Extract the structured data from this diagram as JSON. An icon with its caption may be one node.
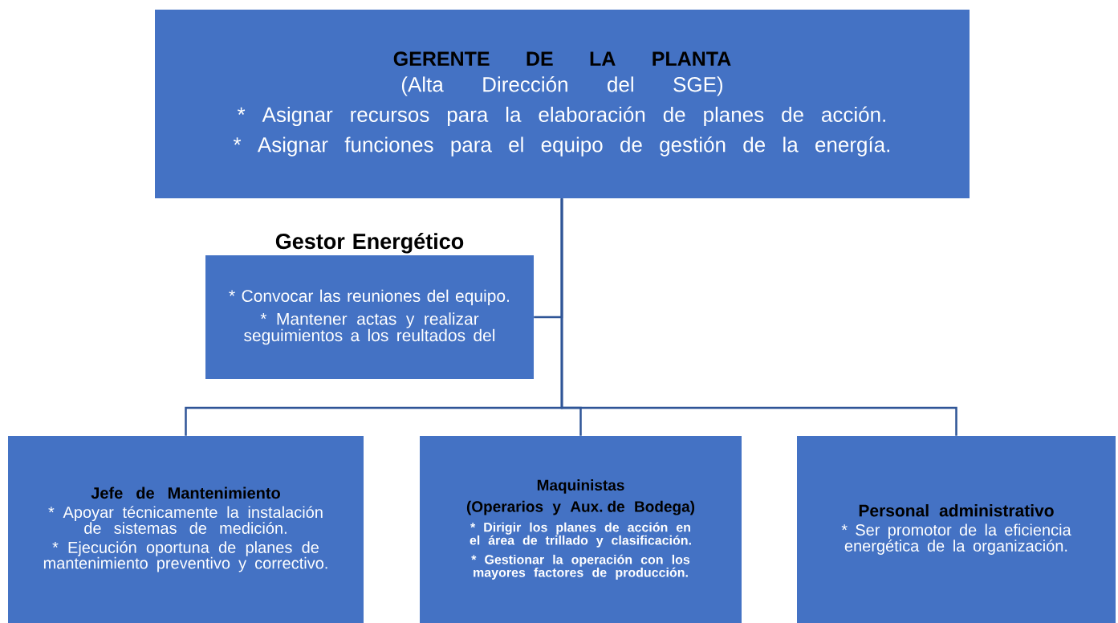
{
  "diagram": {
    "nodes": [
      {
        "text": [
          "GERENTE DE LA PLANTA",
          "(Alta Dirección del SGE)",
          "* Asignar recursos para la elaboración de planes de acción.",
          "* Asignar funciones para el equipo de gestión de la energía."
        ]
      },
      {
        "text": [
          "Gestor Energético",
          "* Convocar las reuniones del equipo.",
          "* Mantener actas y realizar seguimientos a los reultados del"
        ]
      },
      {
        "text": [
          "Jefe de Mantenimiento",
          "* Apoyar técnicamente la instalación de sistemas de medición.",
          "* Ejecución oportuna de planes de mantenimiento preventivo y correctivo."
        ]
      },
      {
        "text": [
          "Maquinistas",
          "(Operarios y Aux. de Bodega)",
          "* Dirigir los planes de acción en el área de trillado y clasificación.",
          "* Gestionar la operación con los mayores factores de producción."
        ]
      },
      {
        "text": [
          "Personal administrativo",
          "* Ser promotor de la eficiencia energética de la organización."
        ]
      }
    ],
    "edges": [
      {
        "from": 0,
        "to": 1,
        "arrow": "none"
      },
      {
        "from": 0,
        "to": 2,
        "arrow": "none"
      },
      {
        "from": 0,
        "to": 3,
        "arrow": "none"
      },
      {
        "from": 0,
        "to": 4,
        "arrow": "none"
      }
    ]
  }
}
